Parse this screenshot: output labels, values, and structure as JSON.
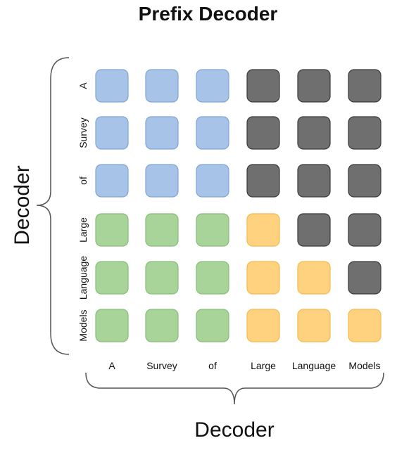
{
  "title": "Prefix Decoder",
  "left_axis_title": "Decoder",
  "bottom_axis_title": "Decoder",
  "row_labels": [
    "A",
    "Survey",
    "of",
    "Large",
    "Language",
    "Models"
  ],
  "col_labels": [
    "A",
    "Survey",
    "of",
    "Large",
    "Language",
    "Models"
  ],
  "colors": {
    "blue": {
      "fill": "#a7c3e8",
      "stroke": "#7fa5d6"
    },
    "gray": {
      "fill": "#6f6f6f",
      "stroke": "#3a3a3a"
    },
    "green": {
      "fill": "#a8d49a",
      "stroke": "#86bd78"
    },
    "yellow": {
      "fill": "#ffd27f",
      "stroke": "#f2b94f"
    }
  },
  "matrix": [
    [
      "blue",
      "blue",
      "blue",
      "gray",
      "gray",
      "gray"
    ],
    [
      "blue",
      "blue",
      "blue",
      "gray",
      "gray",
      "gray"
    ],
    [
      "blue",
      "blue",
      "blue",
      "gray",
      "gray",
      "gray"
    ],
    [
      "green",
      "green",
      "green",
      "yellow",
      "gray",
      "gray"
    ],
    [
      "green",
      "green",
      "green",
      "yellow",
      "yellow",
      "gray"
    ],
    [
      "green",
      "green",
      "green",
      "yellow",
      "yellow",
      "yellow"
    ]
  ]
}
